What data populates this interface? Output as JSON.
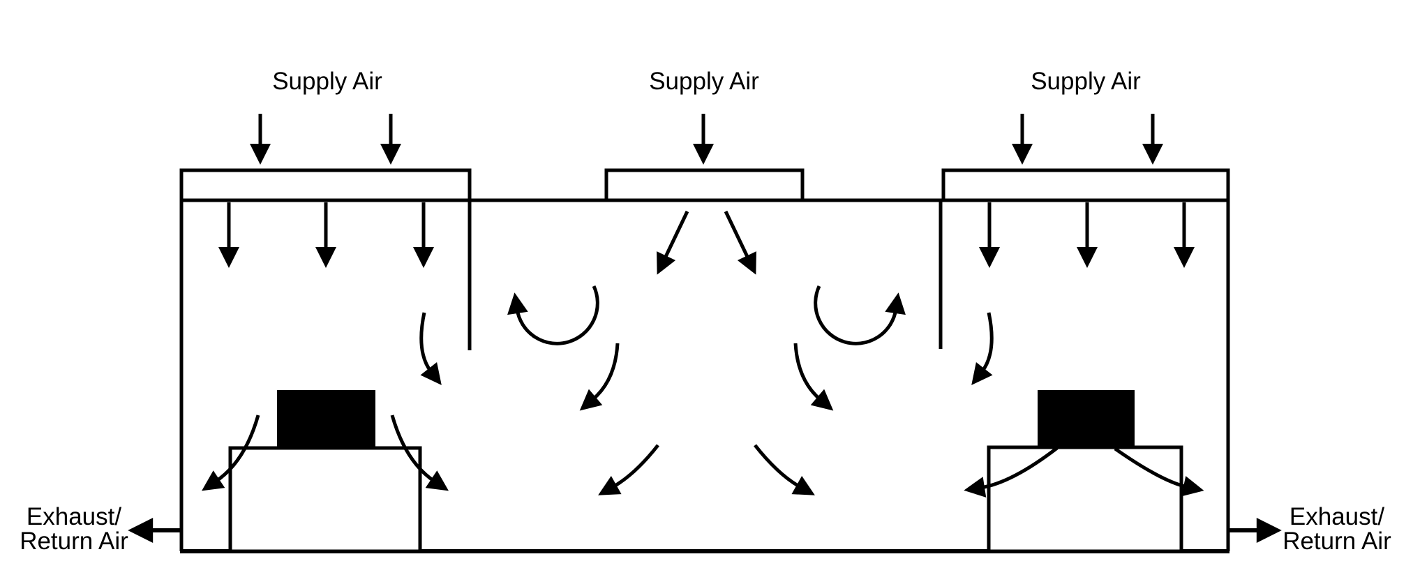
{
  "colors": {
    "ink": "#000000",
    "background": "#ffffff"
  },
  "labels": {
    "supply": [
      {
        "text": "Supply Air"
      },
      {
        "text": "Supply Air"
      },
      {
        "text": "Supply Air"
      }
    ],
    "exhaust_left": {
      "line1": "Exhaust/",
      "line2": "Return Air"
    },
    "exhaust_right": {
      "line1": "Exhaust/",
      "line2": "Return Air"
    }
  }
}
